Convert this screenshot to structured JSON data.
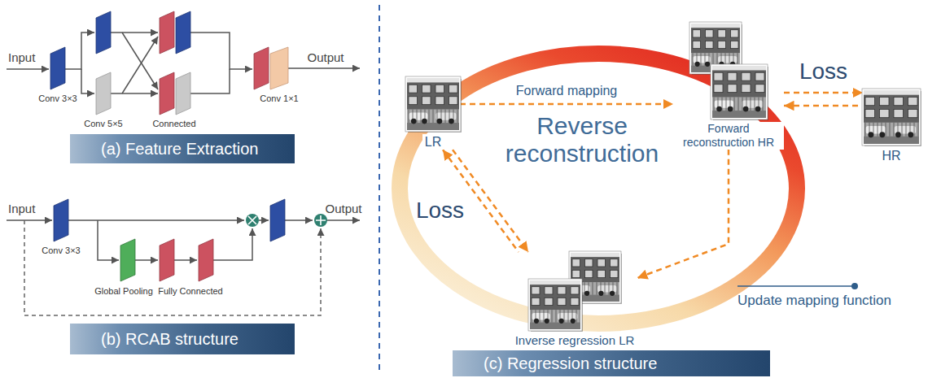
{
  "diagram": {
    "nodes": [
      {
        "text": [
          "(a) Feature Extraction"
        ]
      },
      {
        "text": [
          "(b) RCAB structure"
        ]
      },
      {
        "text": [
          "LR"
        ]
      },
      {
        "text": [
          "Forward reconstruction HR"
        ]
      },
      {
        "text": [
          "HR"
        ]
      },
      {
        "text": [
          "Inverse regression LR"
        ]
      },
      {
        "text": [
          "(c) Regression structure"
        ]
      }
    ],
    "edges": [
      {
        "from": 2,
        "to": 3,
        "arrow": "to",
        "label": "Forward mapping"
      },
      {
        "from": 3,
        "to": 4,
        "arrow": "both",
        "label": "Loss"
      },
      {
        "from": 3,
        "to": 5,
        "arrow": "to"
      },
      {
        "from": 2,
        "to": 5,
        "arrow": "both",
        "label": "Loss"
      }
    ],
    "labels": [
      "Input",
      "Conv 3×3",
      "Conv 5×5",
      "Connected",
      "Conv 1×1",
      "Output",
      "Input",
      "Conv 3×3",
      "Global Pooling",
      "Fully Connected",
      "Output",
      "Reverse reconstruction",
      "Update mapping function"
    ]
  }
}
